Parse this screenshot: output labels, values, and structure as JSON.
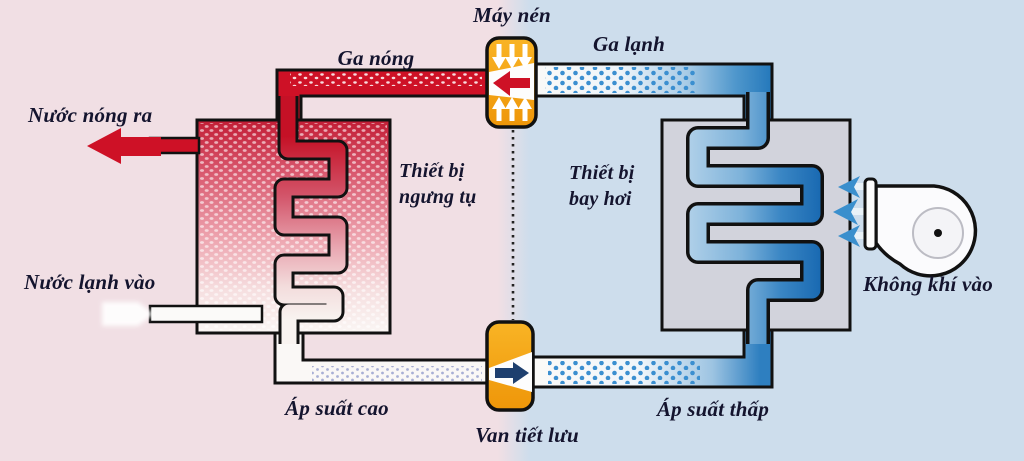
{
  "diagram": {
    "type": "heat-pump refrigeration cycle schematic",
    "language": "Vietnamese"
  },
  "labels": {
    "compressor": "Máy nén",
    "hot_gas": "Ga nóng",
    "cold_gas": "Ga lạnh",
    "hot_water_out": "Nước nóng ra",
    "cold_water_in": "Nước lạnh vào",
    "condenser_line1": "Thiết bị",
    "condenser_line2": "ngưng tụ",
    "evaporator_line1": "Thiết bị",
    "evaporator_line2": "bay hơi",
    "air_in": "Không khí vào",
    "high_pressure": "Áp suất cao",
    "expansion_valve": "Van tiết lưu",
    "low_pressure": "Áp suất thấp"
  },
  "colors": {
    "background_left": "#f1dfe4",
    "background_right": "#cdddec",
    "hot_pipe_red": "#ce1126",
    "cold_pipe_blue": "#2e7fc0",
    "component_orange": "#f5a71e",
    "valve_arrow_navy": "#1e3f6e",
    "condenser_top_red": "#c21d35",
    "evaporator_gray": "#d2d3dc",
    "label_text": "#14142e"
  }
}
